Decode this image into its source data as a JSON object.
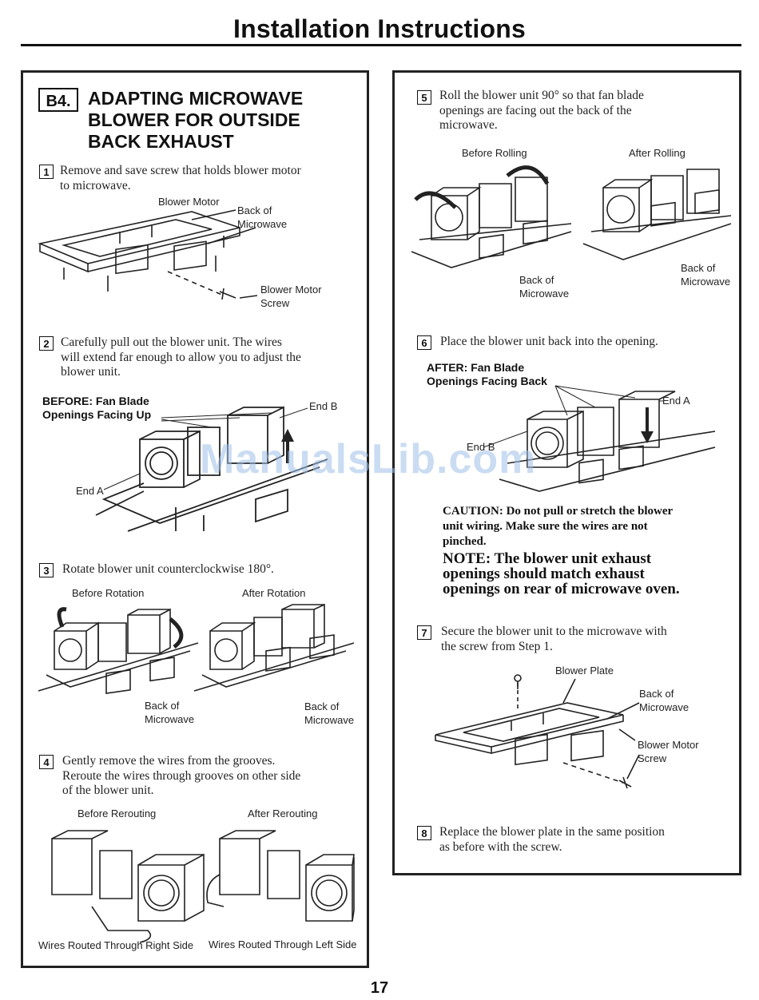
{
  "header": {
    "title": "Installation Instructions"
  },
  "section": {
    "badge": "B4.",
    "title_lines": [
      "ADAPTING MICROWAVE",
      "BLOWER FOR OUTSIDE",
      "BACK EXHAUST"
    ]
  },
  "steps": [
    {
      "num": "1",
      "lines": [
        "Remove and save screw that holds blower motor",
        "to microwave."
      ]
    },
    {
      "num": "2",
      "lines": [
        "Carefully pull out the blower unit. The wires",
        "will extend far enough to allow you to adjust the",
        "blower unit."
      ]
    },
    {
      "num": "3",
      "lines": [
        "Rotate blower unit counterclockwise 180°."
      ]
    },
    {
      "num": "4",
      "lines": [
        "Gently remove the wires from the grooves.",
        "Reroute the wires through grooves on other side",
        "of the blower unit."
      ]
    },
    {
      "num": "5",
      "lines": [
        "Roll the blower unit 90° so that fan blade",
        "openings are facing out the back of the",
        "microwave."
      ]
    },
    {
      "num": "6",
      "lines": [
        "Place the blower unit back into the opening."
      ]
    },
    {
      "num": "7",
      "lines": [
        "Secure the blower unit to the microwave with",
        "the screw from Step 1."
      ]
    },
    {
      "num": "8",
      "lines": [
        "Replace the blower plate in the same position",
        "as before with the screw."
      ]
    }
  ],
  "figure_labels": {
    "blower_motor": "Blower Motor",
    "back_of": "Back of",
    "microwave": "Microwave",
    "blower_motor_screw_1": "Blower Motor",
    "screw": "Screw",
    "before_fan_1": "BEFORE: Fan Blade",
    "before_fan_2": "Openings Facing Up",
    "end_b": "End B",
    "end_a": "End A",
    "before_rotation": "Before Rotation",
    "after_rotation": "After Rotation",
    "before_rerouting": "Before Rerouting",
    "after_rerouting": "After Rerouting",
    "wires_right": "Wires Routed Through Right Side",
    "wires_left": "Wires Routed Through Left Side",
    "before_rolling": "Before Rolling",
    "after_rolling": "After Rolling",
    "after_fan_1": "AFTER: Fan Blade",
    "after_fan_2": "Openings Facing Back",
    "blower_plate": "Blower Plate"
  },
  "caution": {
    "lines": [
      "CAUTION: Do not pull or stretch the blower",
      "unit wiring. Make sure the wires are not",
      "pinched."
    ]
  },
  "note": {
    "lines": [
      "NOTE: The blower unit exhaust",
      "openings should match exhaust",
      "openings on rear of microwave oven."
    ]
  },
  "watermark": "ManualsLib.com",
  "page_number": "17"
}
